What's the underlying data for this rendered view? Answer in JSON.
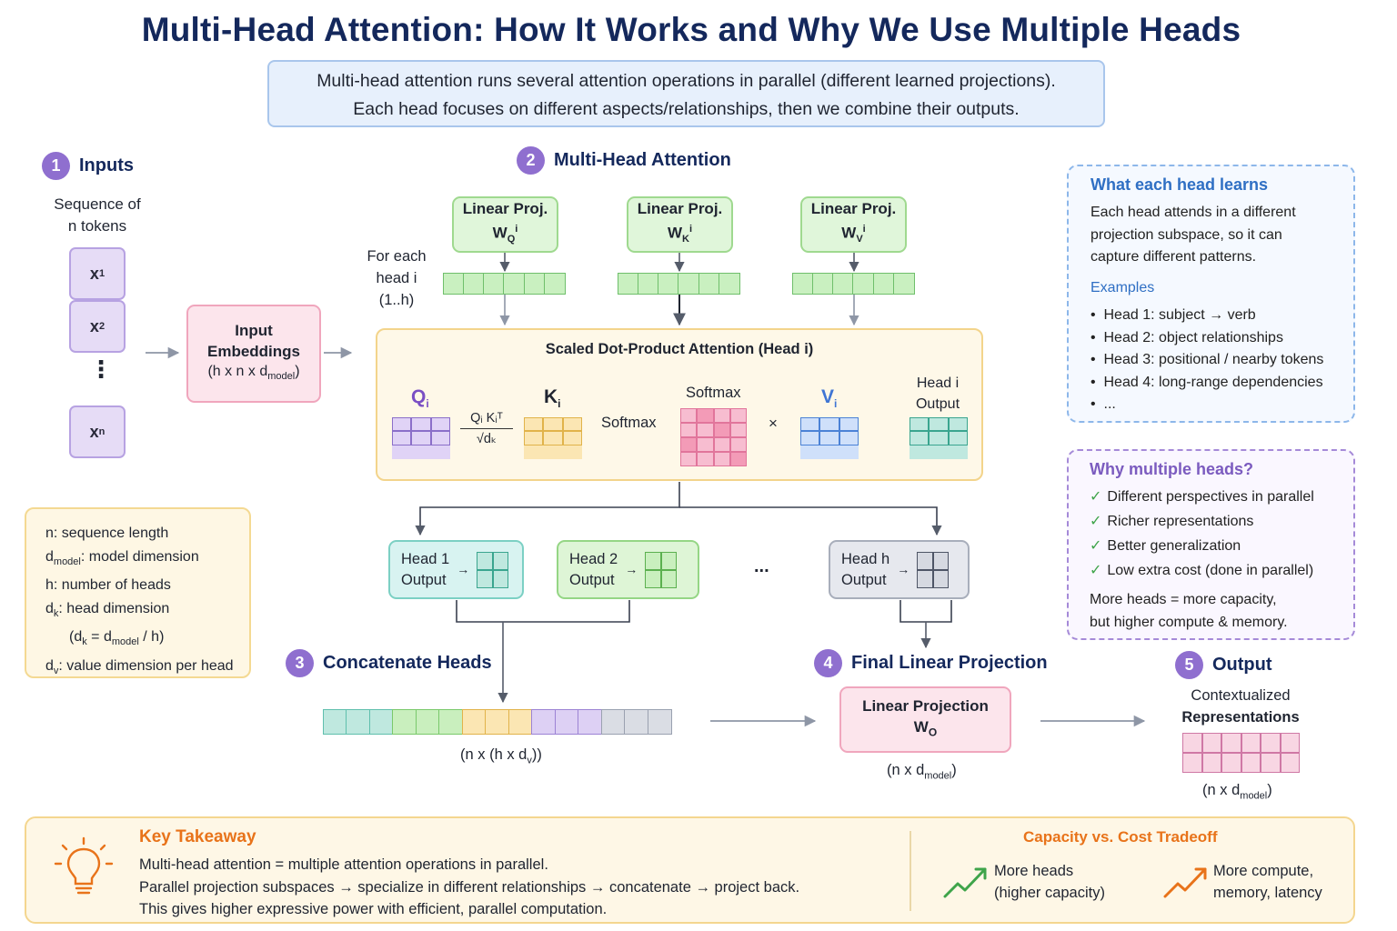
{
  "title": "Multi-Head Attention: How It Works and Why We Use Multiple Heads",
  "intro": {
    "line1": "Multi-head attention runs several attention operations in parallel (different learned projections).",
    "line2": "Each head focuses on different aspects/relationships, then we combine their outputs."
  },
  "steps": {
    "s1": {
      "num": "1",
      "label": "Inputs"
    },
    "s2": {
      "num": "2",
      "label": "Multi-Head Attention"
    },
    "s3": {
      "num": "3",
      "label": "Concatenate Heads"
    },
    "s4": {
      "num": "4",
      "label": "Final Linear Projection"
    },
    "s5": {
      "num": "5",
      "label": "Output"
    }
  },
  "inputs": {
    "caption_line1": "Sequence of",
    "caption_line2": "n tokens",
    "tokens": [
      "x1",
      "x2",
      "xn"
    ],
    "ellipsis": "⋮"
  },
  "embeddings": {
    "line1": "Input",
    "line2": "Embeddings",
    "shape": "(h x n x d",
    "shape_sub": "model",
    "shape_end": ")"
  },
  "for_each": {
    "line1": "For each",
    "line2": "head i",
    "line3": "(1..h)"
  },
  "projections": [
    {
      "label": "Linear Proj.",
      "symbol": "W",
      "sub": "Q",
      "sup": "i"
    },
    {
      "label": "Linear Proj.",
      "symbol": "W",
      "sub": "K",
      "sup": "i"
    },
    {
      "label": "Linear Proj.",
      "symbol": "W",
      "sub": "V",
      "sup": "i"
    }
  ],
  "sdpa": {
    "title": "Scaled Dot-Product Attention (Head i)",
    "q": "Q",
    "q_sub": "i",
    "k": "K",
    "k_sub": "i",
    "v": "V",
    "v_sub": "i",
    "frac_num": "Qᵢ Kᵢᵀ",
    "frac_den": "√dₖ",
    "softmax_arrow": "Softmax",
    "softmax_grid": "Softmax",
    "times": "×",
    "head_out_line1": "Head i",
    "head_out_line2": "Output"
  },
  "head_outputs": [
    {
      "line1": "Head 1",
      "line2": "Output"
    },
    {
      "line1": "Head 2",
      "line2": "Output"
    },
    {
      "line1": "Head h",
      "line2": "Output"
    }
  ],
  "head_ellipsis": "...",
  "legend": [
    {
      "pre": "n: sequence length"
    },
    {
      "pre": "d",
      "sub": "model",
      "post": ": model dimension"
    },
    {
      "pre": "h: number of heads"
    },
    {
      "pre": "d",
      "sub": "k",
      "post": ": head dimension"
    },
    {
      "pre": "(d",
      "sub": "k",
      "post": " = d",
      "sub2": "model",
      "post2": " / h)"
    },
    {
      "pre": "d",
      "sub": "v",
      "post": ": value dimension per head"
    }
  ],
  "concat": {
    "shape": "(n x (h x d",
    "shape_sub": "v",
    "shape_end": "))"
  },
  "final": {
    "line1": "Linear Projection",
    "symbol": "W",
    "sub": "O",
    "shape": "(n x d",
    "shape_sub": "model",
    "shape_end": ")"
  },
  "output": {
    "line1": "Contextualized",
    "line2": "Representations",
    "shape": "(n x d",
    "shape_sub": "model",
    "shape_end": ")"
  },
  "what_learns": {
    "title": "What each head learns",
    "body": [
      "Each head attends in a different",
      "projection subspace, so it can",
      "capture different patterns."
    ],
    "examples_title": "Examples",
    "examples": [
      "Head 1: subject → verb",
      "Head 2: object relationships",
      "Head 3: positional / nearby tokens",
      "Head 4: long-range dependencies",
      "..."
    ]
  },
  "why_multi": {
    "title": "Why multiple heads?",
    "items": [
      "Different perspectives in parallel",
      "Richer representations",
      "Better generalization",
      "Low extra cost (done in parallel)"
    ],
    "note_line1": "More heads = more capacity,",
    "note_line2": "but higher compute & memory."
  },
  "takeaway": {
    "title": "Key Takeaway",
    "lines": [
      "Multi-head attention = multiple attention operations in parallel.",
      "Parallel projection subspaces → specialize in different relationships → concatenate → project back.",
      "This gives higher expressive power with efficient, parallel computation."
    ],
    "tradeoff_title": "Capacity vs. Cost Tradeoff",
    "more_heads_line1": "More heads",
    "more_heads_line2": "(higher capacity)",
    "more_cost_line1": "More compute,",
    "more_cost_line2": "memory, latency"
  },
  "colors": {
    "title": "#14285c",
    "accent_purple": "#8f6fcf",
    "orange": "#e8731a",
    "green": "#3fa44a",
    "blue_title": "#2f6fc4"
  },
  "icons": [
    "lightbulb-icon",
    "trend-up-green-icon",
    "trend-up-orange-icon",
    "check-icon",
    "arrow-icon"
  ]
}
